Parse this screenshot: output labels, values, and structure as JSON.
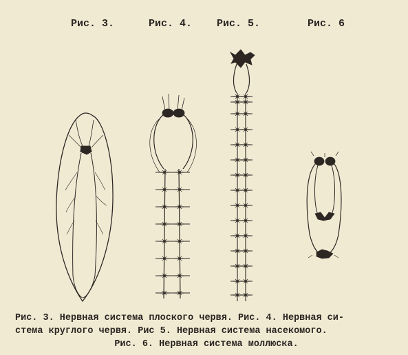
{
  "figures": {
    "fig3": {
      "label": "Рис. 3."
    },
    "fig4": {
      "label": "Рис. 4."
    },
    "fig5": {
      "label": "Рис. 5."
    },
    "fig6": {
      "label": "Рис. 6"
    }
  },
  "caption": {
    "line1": "Рис. 3. Нервная система плоского червя. Рис. 4. Нервная си-",
    "line2": "стема круглого червя. Рис  5. Нервная система насекомого.",
    "line3": "Рис. 6. Нервная система моллюска."
  }
}
